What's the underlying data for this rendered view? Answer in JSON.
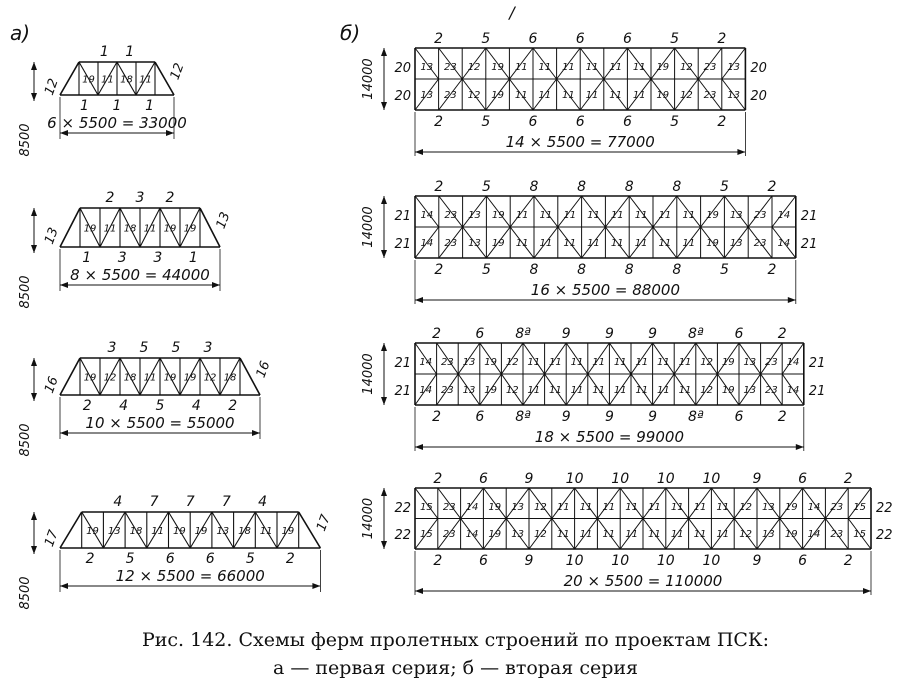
{
  "section_labels": {
    "a": "а)",
    "b": "б)"
  },
  "dimension_labels": {
    "height_a": "8500",
    "height_b": "14000"
  },
  "top_mark": "/",
  "trusses_a": [
    {
      "panels": 6,
      "span": "6 × 5500 = 33000",
      "top_numbers": [
        "1",
        "1"
      ],
      "bottom_numbers": [
        "1",
        "1",
        "1"
      ],
      "end_member": "12",
      "web_numbers": [
        "19",
        "11",
        "18",
        "11",
        "19"
      ]
    },
    {
      "panels": 8,
      "span": "8 × 5500 = 44000",
      "top_numbers": [
        "2",
        "3",
        "2"
      ],
      "bottom_numbers": [
        "1",
        "3",
        "3",
        "1"
      ],
      "end_member": "13",
      "web_numbers": [
        "19",
        "11",
        "18",
        "11",
        "19"
      ]
    },
    {
      "panels": 10,
      "span": "10 × 5500 = 55000",
      "top_numbers": [
        "3",
        "5",
        "5",
        "3"
      ],
      "bottom_numbers": [
        "2",
        "4",
        "5",
        "4",
        "2"
      ],
      "end_member": "16",
      "web_numbers": [
        "19",
        "12",
        "18",
        "11",
        "19"
      ]
    },
    {
      "panels": 12,
      "span": "12 × 5500 = 66000",
      "top_numbers": [
        "4",
        "7",
        "7",
        "7",
        "4"
      ],
      "bottom_numbers": [
        "2",
        "5",
        "6",
        "6",
        "5",
        "2"
      ],
      "end_member": "17",
      "web_numbers": [
        "19",
        "13",
        "18",
        "11",
        "19"
      ]
    }
  ],
  "trusses_b": [
    {
      "panels": 14,
      "span": "14 × 5500 = 77000",
      "chord_numbers": [
        "2",
        "5",
        "6",
        "6",
        "6",
        "5",
        "2"
      ],
      "end_member": "20",
      "web_numbers": [
        "13",
        "23",
        "12",
        "19",
        "11"
      ]
    },
    {
      "panels": 16,
      "span": "16 × 5500 = 88000",
      "chord_numbers": [
        "2",
        "5",
        "8",
        "8",
        "8",
        "8",
        "5",
        "2"
      ],
      "end_member": "21",
      "web_numbers": [
        "14",
        "23",
        "13",
        "19",
        "11"
      ]
    },
    {
      "panels": 18,
      "span": "18 × 5500 = 99000",
      "chord_numbers": [
        "2",
        "6",
        "8ª",
        "9",
        "9",
        "9",
        "8ª",
        "6",
        "2"
      ],
      "end_member": "21",
      "web_numbers": [
        "14",
        "23",
        "13",
        "19",
        "12",
        "11"
      ]
    },
    {
      "panels": 20,
      "span": "20 × 5500 = 110000",
      "chord_numbers": [
        "2",
        "6",
        "9",
        "10",
        "10",
        "10",
        "10",
        "9",
        "6",
        "2"
      ],
      "end_member": "22",
      "web_numbers": [
        "15",
        "23",
        "14",
        "19",
        "13",
        "12",
        "11"
      ]
    }
  ],
  "caption": {
    "line1": "Рис. 142. Схемы ферм пролетных строений по проектам ПСК:",
    "line2": "а — первая серия; б — вторая серия"
  }
}
